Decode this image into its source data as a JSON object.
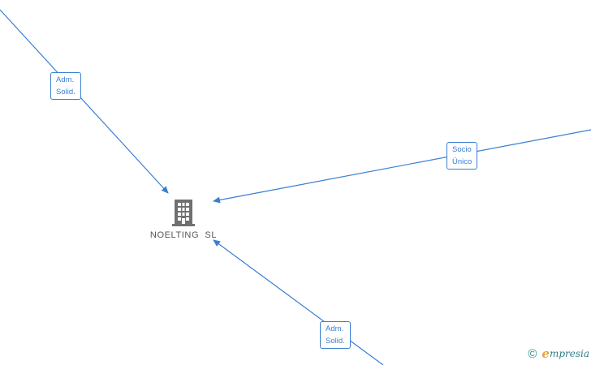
{
  "diagram": {
    "company": {
      "name": "NOELTING  SL",
      "icon": "building-icon"
    },
    "edges": [
      {
        "id": "top-left",
        "label_lines": [
          "Adm.",
          "Solid."
        ]
      },
      {
        "id": "right",
        "label_lines": [
          "Socio",
          "Único"
        ]
      },
      {
        "id": "bottom",
        "label_lines": [
          "Adm.",
          "Solid."
        ]
      }
    ],
    "colors": {
      "edge": "#3a7ed3",
      "node_icon": "#707070",
      "node_text": "#555555"
    }
  },
  "watermark": {
    "copyright": "©",
    "brand_initial": "e",
    "brand_rest": "mpresia"
  }
}
